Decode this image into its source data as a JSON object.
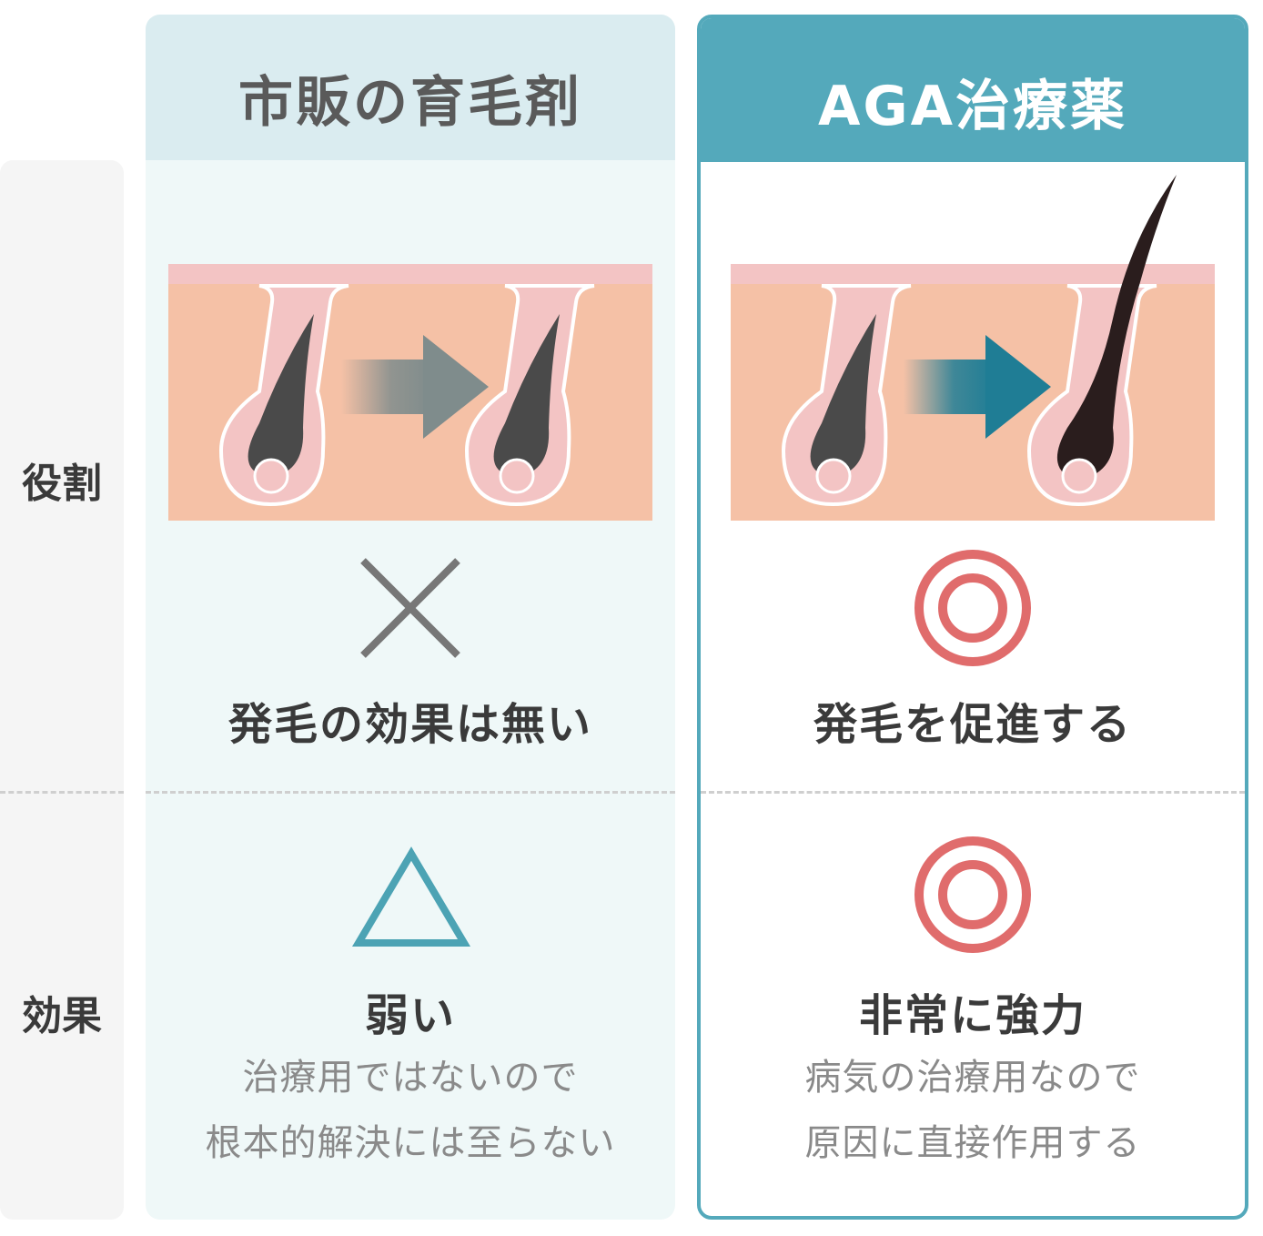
{
  "row_labels": {
    "role": "役割",
    "effect": "効果"
  },
  "columns": [
    {
      "title": "市販の育毛剤",
      "role_mark": "cross-icon",
      "role_text": "発毛の効果は無い",
      "effect_mark": "triangle-icon",
      "effect_text": "弱い",
      "effect_desc_line1": "治療用ではないので",
      "effect_desc_line2": "根本的解決には至らない"
    },
    {
      "title": "AGA治療薬",
      "role_mark": "double-circle-icon",
      "role_text": "発毛を促進する",
      "effect_mark": "double-circle-icon",
      "effect_text": "非常に強力",
      "effect_desc_line1": "病気の治療用なので",
      "effect_desc_line2": "原因に直接作用する"
    }
  ],
  "colors": {
    "accent": "#54a9bb",
    "mark_red": "#e06c6c",
    "mark_gray": "#777777",
    "mark_teal": "#4ca3b4",
    "skin": "#f5c1a6",
    "scalp": "#f3c4c4"
  }
}
